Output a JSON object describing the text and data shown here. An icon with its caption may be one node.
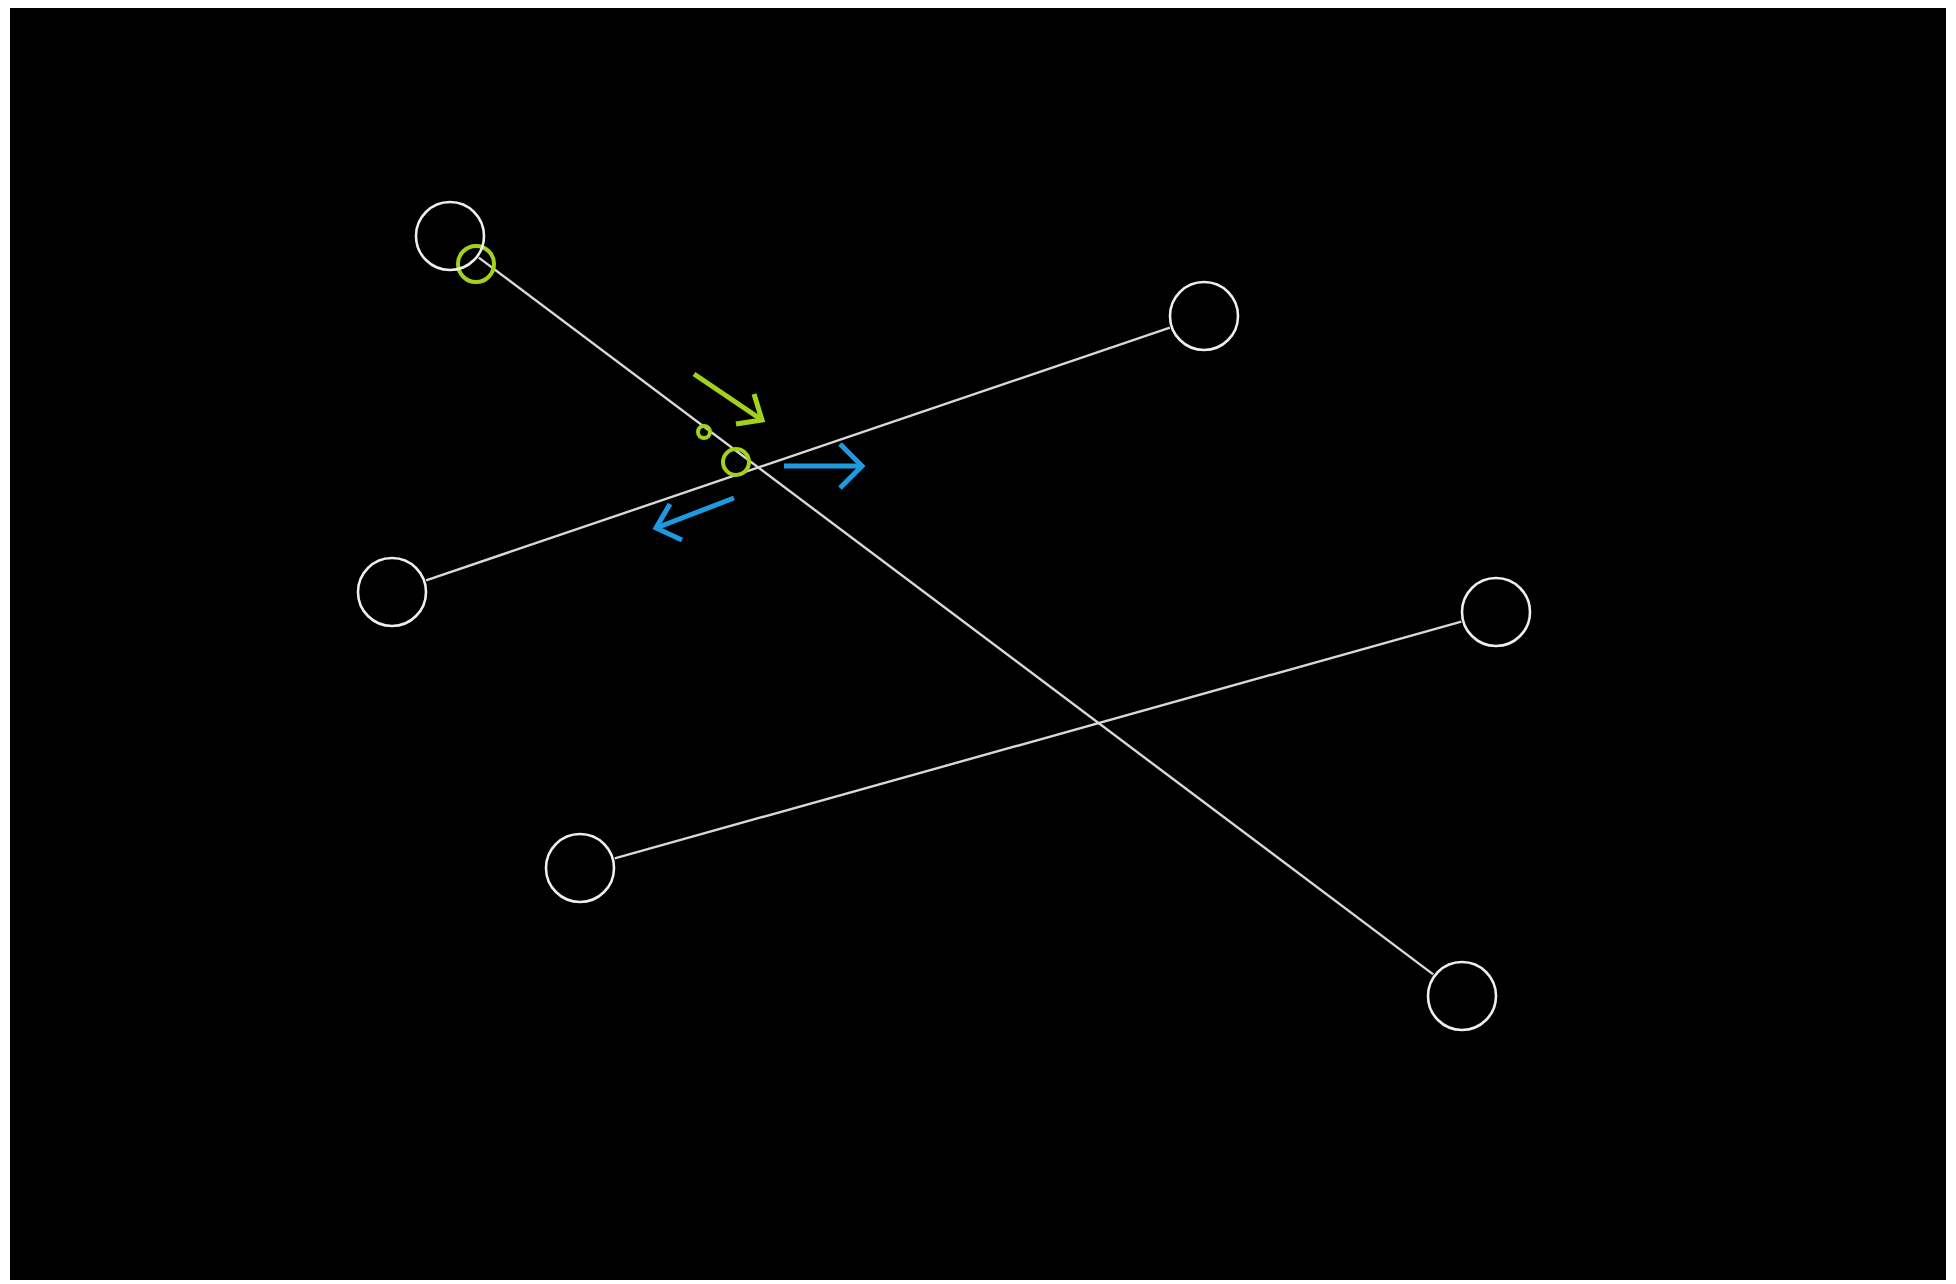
{
  "diagram": {
    "nodes": [
      {
        "text": [],
        "shape": "circle"
      },
      {
        "text": [],
        "shape": "circle"
      },
      {
        "text": [],
        "shape": "circle"
      },
      {
        "text": [],
        "shape": "circle"
      },
      {
        "text": [],
        "shape": "circle"
      },
      {
        "text": [],
        "shape": "circle"
      }
    ],
    "edges": [
      {
        "from": 1,
        "to": 4,
        "arrow": "none"
      },
      {
        "from": 0,
        "to": 3,
        "arrow": "none"
      },
      {
        "from": 2,
        "to": 5,
        "arrow": "none"
      }
    ]
  }
}
